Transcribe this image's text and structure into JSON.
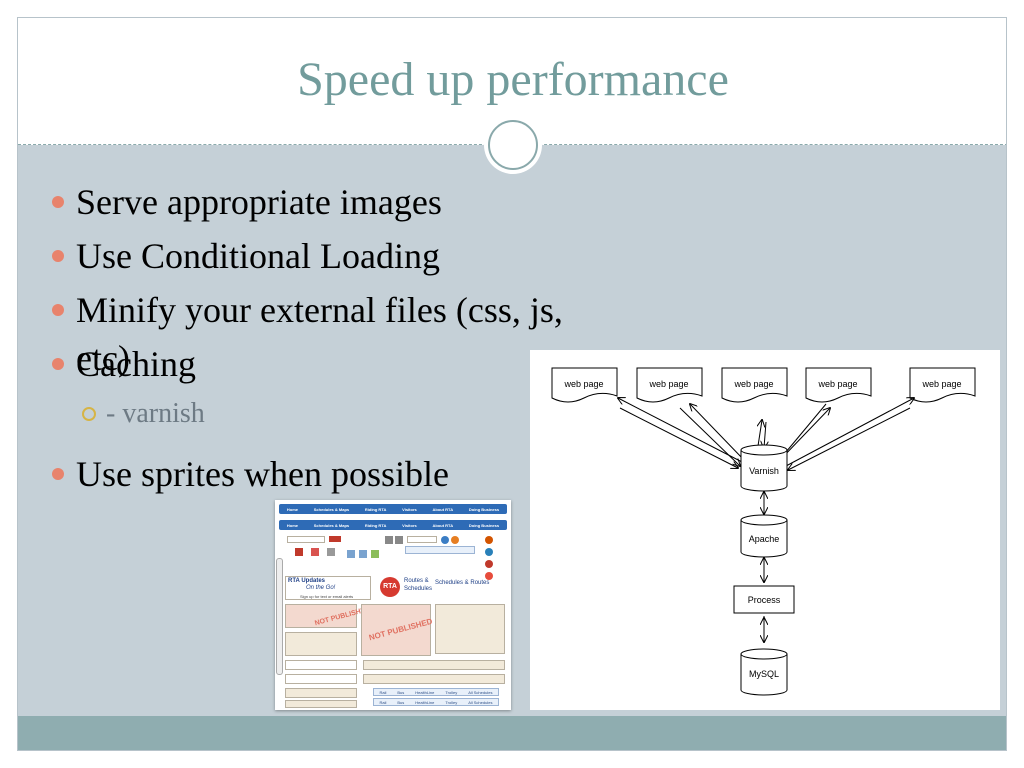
{
  "slide": {
    "title": "Speed up performance",
    "bullets": [
      "Serve appropriate images",
      "Use Conditional Loading",
      "Minify your external files (css, js, etc)",
      "Caching"
    ],
    "sub_bullet": "- varnish",
    "last_bullet": "Use sprites when possible",
    "colors": {
      "title": "#729c9c",
      "background": "#c5d0d7",
      "footer": "#8fadb0",
      "bullet_dot": "#e8836c",
      "sub_bullet_ring": "#d6b445"
    }
  },
  "sprite": {
    "nav_items": [
      "Home",
      "Schedules & Maps",
      "Riding RTA",
      "Visitors",
      "About RTA",
      "Doing Business"
    ],
    "updates_title": "RTA Updates",
    "updates_sub": "On the Go!",
    "updates_small": "Sign up for text or email alerts",
    "logo": "RTA",
    "routes_title": "Routes &",
    "routes_title2": "Schedules",
    "routes_right": "Schedules & Routes",
    "not_published": "NOT PUBLISHED",
    "links": [
      "Rail",
      "Bus",
      "HealthLine",
      "Trolley",
      "All Schedules"
    ]
  },
  "diagram": {
    "web_pages": [
      "web page",
      "web page",
      "web page",
      "web page",
      "web page"
    ],
    "varnish": "Varnish",
    "apache": "Apache",
    "process": "Process",
    "mysql": "MySQL"
  }
}
